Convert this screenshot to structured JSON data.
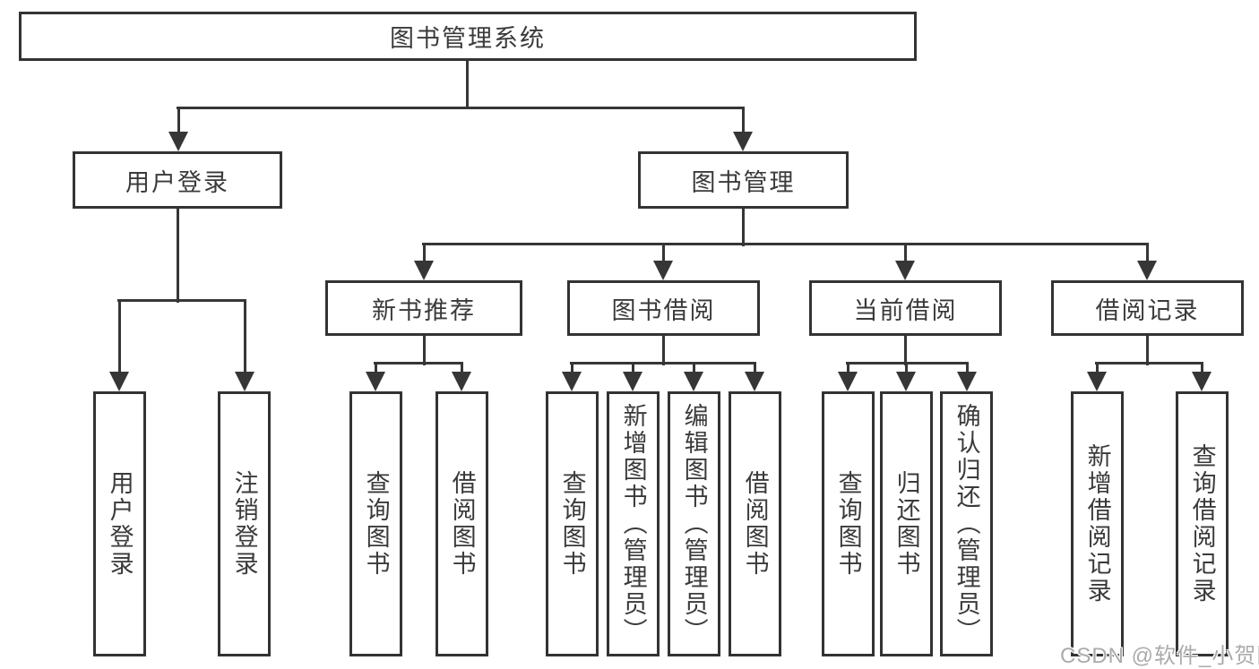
{
  "nodes": {
    "root": "图书管理系统",
    "user_login": "用户登录",
    "book_mgmt": "图书管理",
    "new_book_rec": "新书推荐",
    "book_borrow": "图书借阅",
    "current_borrow": "当前借阅",
    "borrow_record": "借阅记录",
    "leaf_user_login": "用户登录",
    "leaf_logout": "注销登录",
    "leaf_nb_query": "查询图书",
    "leaf_nb_borrow": "借阅图书",
    "leaf_bb_query": "查询图书",
    "leaf_bb_add": "新增图书（管理员）",
    "leaf_bb_edit": "编辑图书（管理员）",
    "leaf_bb_borrow": "借阅图书",
    "leaf_cb_query": "查询图书",
    "leaf_cb_return": "归还图书",
    "leaf_cb_confirm": "确认归还（管理员）",
    "leaf_br_add": "新增借阅记录",
    "leaf_br_query": "查询借阅记录"
  },
  "colors": {
    "line": "#363636",
    "text": "#3a3a3a",
    "background": "#ffffff",
    "watermark": "#ababab"
  },
  "watermark": {
    "text": "CSDN @软件_小贺同学"
  }
}
